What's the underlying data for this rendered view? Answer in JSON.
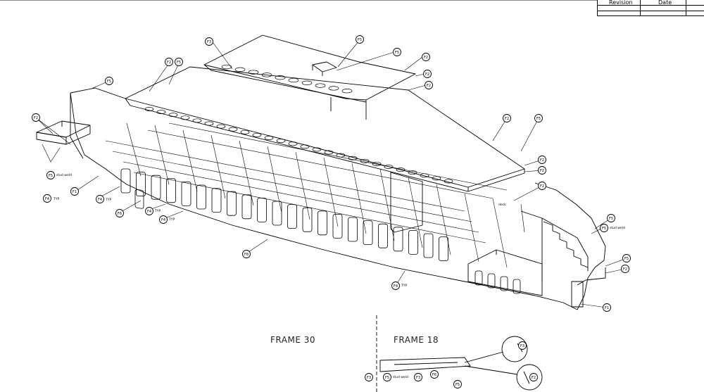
{
  "title_block": {
    "revision_header": "Revision",
    "date_header": "Date"
  },
  "views": {
    "frame_a": "FRAME 30",
    "frame_b": "FRAME 18"
  },
  "callout_labels": {
    "f1": "F1",
    "f2": "F2",
    "f3": "F3",
    "f4": "F4",
    "f5": "F5",
    "f6": "F6",
    "f8": "F8",
    "typ": "TYP",
    "weld": "stud weld",
    "deck": "deck"
  },
  "colors": {
    "line": "#000000",
    "paper": "#ffffff"
  }
}
